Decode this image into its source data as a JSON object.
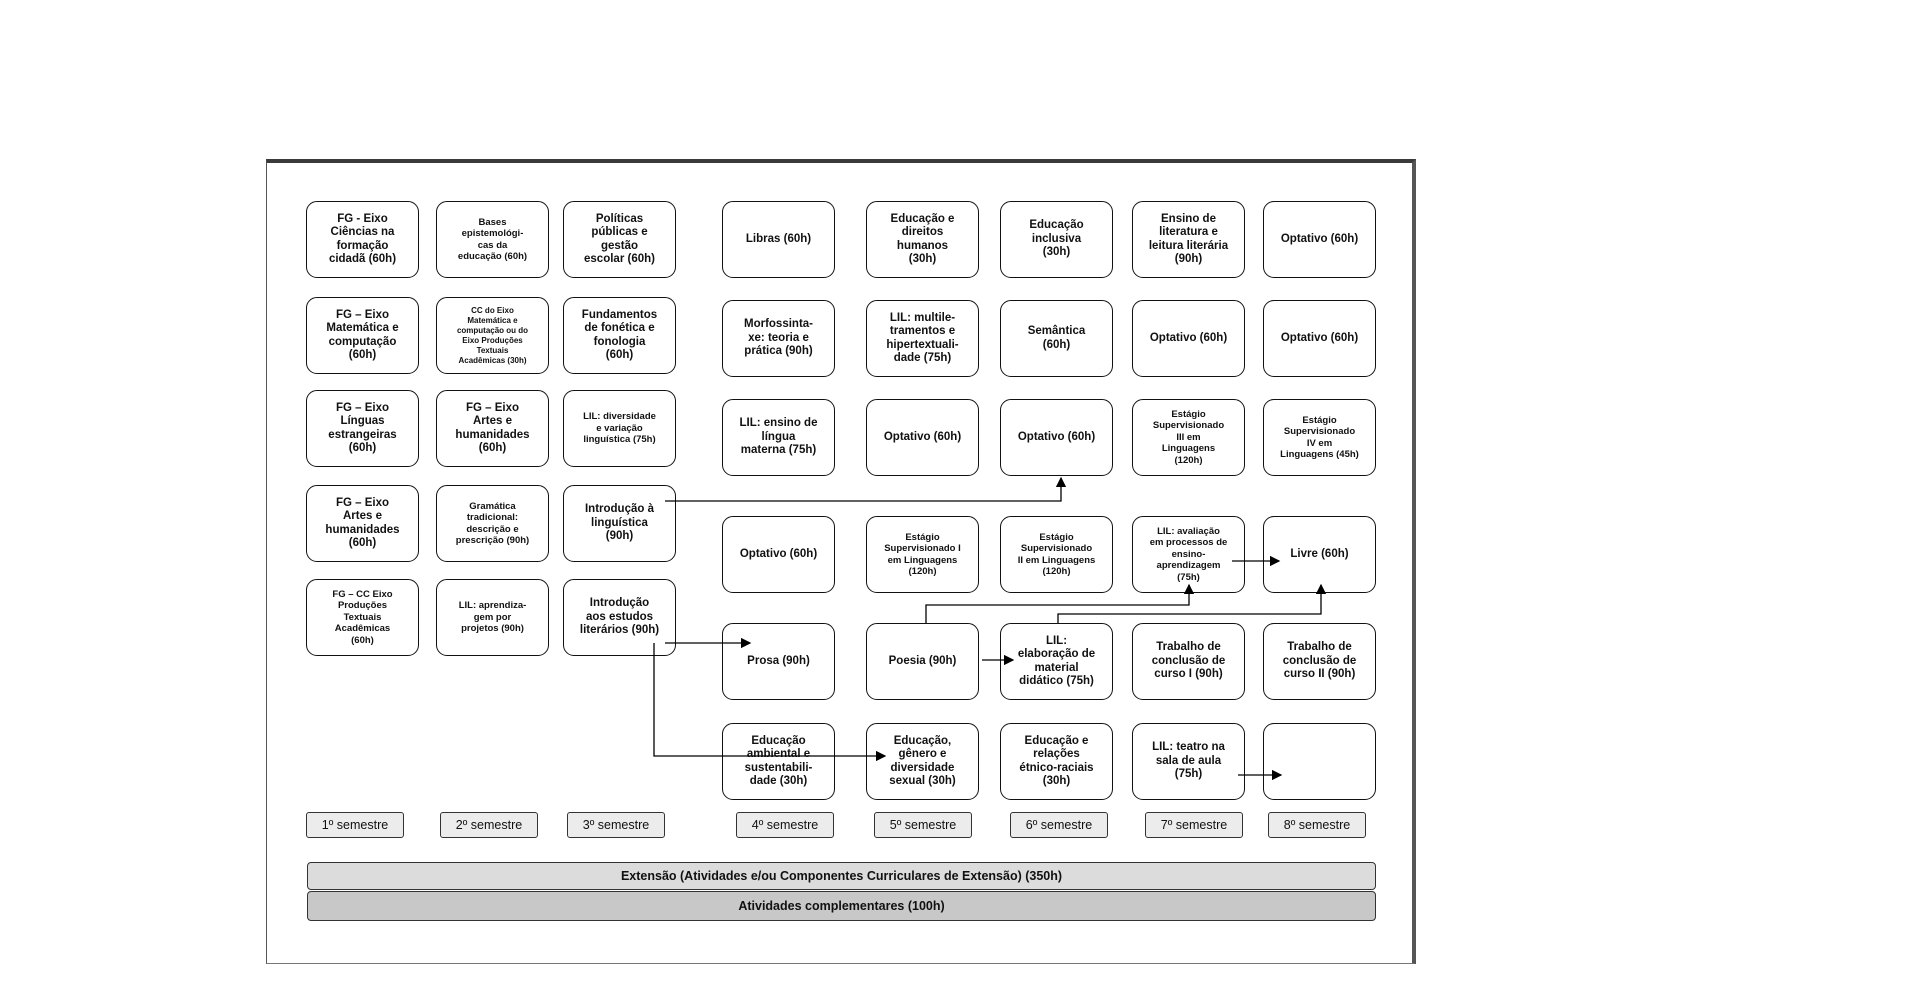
{
  "boxes": [
    "FG - Eixo\nCiências na\nformação\ncidadã (60h)",
    "FG – Eixo\nMatemática e\ncomputação\n(60h)",
    "FG – Eixo\nLínguas\nestrangeiras\n(60h)",
    "FG – Eixo\nArtes e\nhumanidades\n(60h)",
    "FG – CC Eixo\nProduções\nTextuais\nAcadêmicas\n(60h)",
    "Bases\nepistemológi-\ncas da\neducação (60h)",
    "CC do Eixo\nMatemática e\ncomputação ou do\nEixo Produções\nTextuais\nAcadêmicas (30h)",
    "FG – Eixo\nArtes e\nhumanidades\n(60h)",
    "Gramática\ntradicional:\ndescrição e\nprescrição (90h)",
    "LIL: aprendiza-\ngem por\nprojetos (90h)",
    "Políticas\npúblicas e\ngestão\nescolar (60h)",
    "Fundamentos\nde fonética e\nfonologia\n(60h)",
    "LIL: diversidade\ne variação\nlinguística (75h)",
    "Introdução à\nlinguística\n(90h)",
    "Introdução\naos estudos\nliterários (90h)",
    "Libras (60h)",
    "Morfossinta-\nxe: teoria e\nprática (90h)",
    "LIL: ensino de\nlíngua\nmaterna (75h)",
    "Optativo (60h)",
    "Prosa (90h)",
    "Educação\nambiental e\nsustentabili-\ndade (30h)",
    "Educação e\ndireitos\nhumanos\n(30h)",
    "LIL: multile-\ntramentos e\nhipertextuali-\ndade (75h)",
    "Optativo (60h)",
    "Estágio\nSupervisionado I\nem Linguagens\n(120h)",
    "Poesia (90h)",
    "Educação,\ngênero e\ndiversidade\nsexual (30h)",
    "Educação\ninclusiva\n(30h)",
    "Semântica\n(60h)",
    "Optativo (60h)",
    "Estágio\nSupervisionado\nII em Linguagens\n(120h)",
    "LIL:\nelaboração de\nmaterial\ndidático (75h)",
    "Educação e\nrelações\nétnico-raciais\n(30h)",
    "Ensino de\nliteratura e\nleitura literária\n(90h)",
    "Optativo (60h)",
    "Estágio\nSupervisionado\nIII em\nLinguagens\n(120h)",
    "LIL: avaliação\nem processos de\nensino-\naprendizagem\n(75h)",
    "Trabalho de\nconclusão de\ncurso I (90h)",
    "LIL: teatro na\nsala de aula\n(75h)",
    "Optativo (60h)",
    "Optativo (60h)",
    "Estágio\nSupervisionado\nIV em\nLinguagens (45h)",
    "Livre (60h)",
    "Trabalho de\nconclusão de\ncurso II (90h)"
  ],
  "semesters": [
    "1º semestre",
    "2º semestre",
    "3º semestre",
    "4º semestre",
    "5º semestre",
    "6º semestre",
    "7º semestre",
    "8º semestre"
  ],
  "extension": "Extensão (Atividades e/ou Componentes Curriculares de Extensão) (350h)",
  "complementary": "Atividades complementares (100h)"
}
